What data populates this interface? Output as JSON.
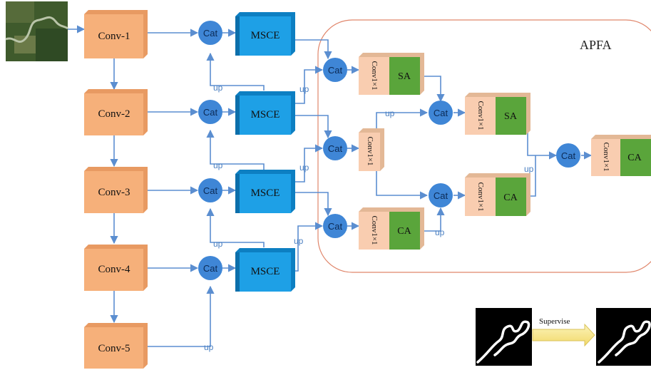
{
  "encoder": [
    "Conv-1",
    "Conv-2",
    "Conv-3",
    "Conv-4",
    "Conv-5"
  ],
  "cat_label": "Cat",
  "msce_label": "MSCE",
  "up_label": "up",
  "conv1x1_label": "Conv1×1",
  "sa_label": "SA",
  "ca_label": "CA",
  "apfa_title": "APFA",
  "supervise_label": "Supervise",
  "colors": {
    "conv_block": "#f6b07a",
    "msce_block": "#1ea0e6",
    "cat_node": "#3f86d6",
    "conv1x1_block": "#f9cdb0",
    "attention_block": "#5aa53b",
    "arrow": "#5b8ed0",
    "apfa_border": "#e0866b",
    "supervise_arrow": "#f7e98a"
  }
}
